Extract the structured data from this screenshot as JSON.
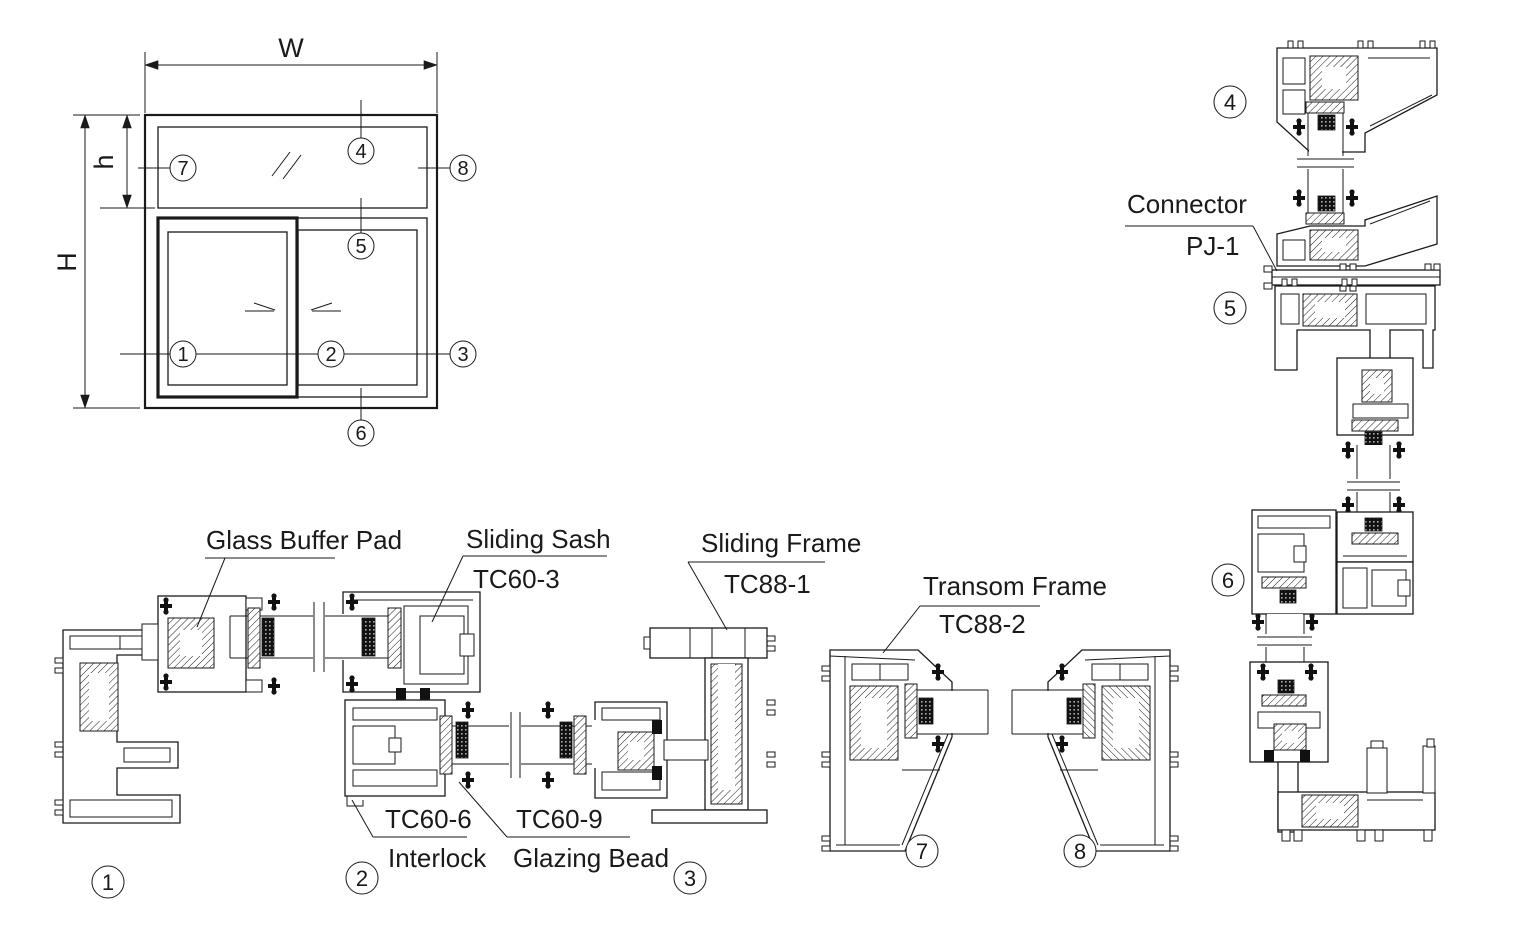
{
  "document": {
    "type": "Technical drawing",
    "subject": "Aluminium sliding window - elevation and profile sections"
  },
  "dimensions": {
    "width": "W",
    "height": "H",
    "transom_height": "h"
  },
  "callouts": {
    "c1": "1",
    "c2": "2",
    "c3": "3",
    "c4": "4",
    "c5": "5",
    "c6": "6",
    "c7": "7",
    "c8": "8"
  },
  "labels": {
    "glass_buffer_pad": {
      "title": "Glass Buffer Pad"
    },
    "sliding_sash": {
      "title": "Sliding Sash",
      "code": "TC60-3"
    },
    "sliding_frame": {
      "title": "Sliding Frame",
      "code": "TC88-1"
    },
    "transom_frame": {
      "title": "Transom Frame",
      "code": "TC88-2"
    },
    "interlock": {
      "code": "TC60-6",
      "title": "Interlock"
    },
    "glazing_bead": {
      "code": "TC60-9",
      "title": "Glazing Bead"
    },
    "connector": {
      "title": "Connector",
      "code": "PJ-1"
    }
  },
  "colors": {
    "line": "#1a1a1a",
    "background": "#ffffff",
    "gasket": "#111111"
  }
}
